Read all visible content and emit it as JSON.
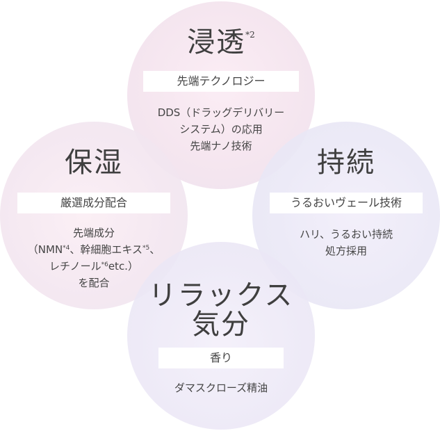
{
  "penetration": {
    "title": "浸透",
    "note": "*2",
    "label": "先端テクノロジー",
    "desc": [
      "DDS（ドラッグデリバリー",
      "システム）の応用",
      "先端ナノ技術"
    ]
  },
  "moisture": {
    "title": "保湿",
    "label": "厳選成分配合",
    "desc_line1": "先端成分",
    "desc_line2_a": "（NMN",
    "desc_line2_note1": "*4",
    "desc_line2_b": "、幹細胞エキス",
    "desc_line2_note2": "*5",
    "desc_line2_c": "、",
    "desc_line3_a": "レチノール",
    "desc_line3_note": "*6",
    "desc_line3_b": "etc.）",
    "desc_line4": "を配合"
  },
  "lasting": {
    "title": "持続",
    "label": "うるおいヴェール技術",
    "desc": [
      "ハリ、うるおい持続",
      "処方採用"
    ]
  },
  "relax": {
    "title_line1": "リラックス",
    "title_line2": "気分",
    "label": "香り",
    "desc": [
      "ダマスクローズ精油"
    ]
  }
}
